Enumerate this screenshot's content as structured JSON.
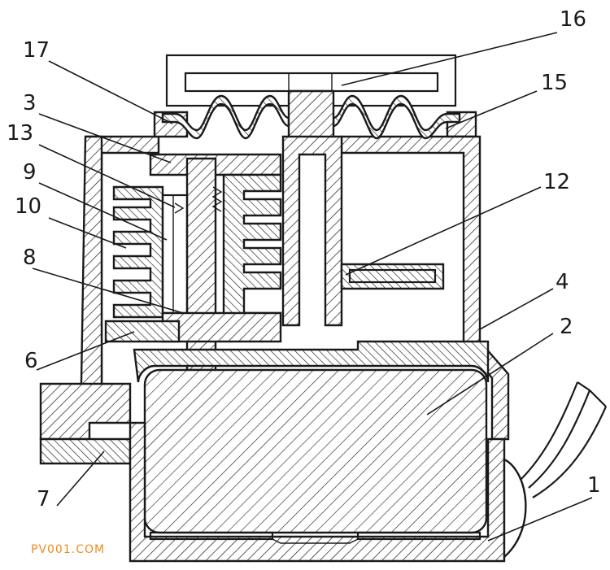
{
  "callouts": [
    {
      "id": "1",
      "label": "1"
    },
    {
      "id": "2",
      "label": "2"
    },
    {
      "id": "3",
      "label": "3"
    },
    {
      "id": "4",
      "label": "4"
    },
    {
      "id": "6",
      "label": "6"
    },
    {
      "id": "7",
      "label": "7"
    },
    {
      "id": "8",
      "label": "8"
    },
    {
      "id": "9",
      "label": "9"
    },
    {
      "id": "10",
      "label": "10"
    },
    {
      "id": "12",
      "label": "12"
    },
    {
      "id": "13",
      "label": "13"
    },
    {
      "id": "15",
      "label": "15"
    },
    {
      "id": "16",
      "label": "16"
    },
    {
      "id": "17",
      "label": "17"
    }
  ],
  "watermark": "PV001.COM",
  "hatch_color": "#1a1a1a",
  "background": "#ffffff"
}
